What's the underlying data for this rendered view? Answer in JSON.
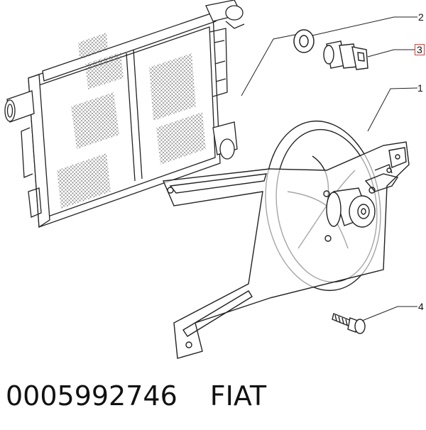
{
  "callouts": [
    {
      "id": "1",
      "label": "1",
      "highlighted": false
    },
    {
      "id": "2",
      "label": "2",
      "highlighted": false
    },
    {
      "id": "3",
      "label": "3",
      "highlighted": true
    },
    {
      "id": "4",
      "label": "4",
      "highlighted": false
    }
  ],
  "caption": {
    "part_number": "0005992746",
    "brand": "FIAT"
  },
  "colors": {
    "line": "#222222",
    "highlight": "#d04040"
  }
}
